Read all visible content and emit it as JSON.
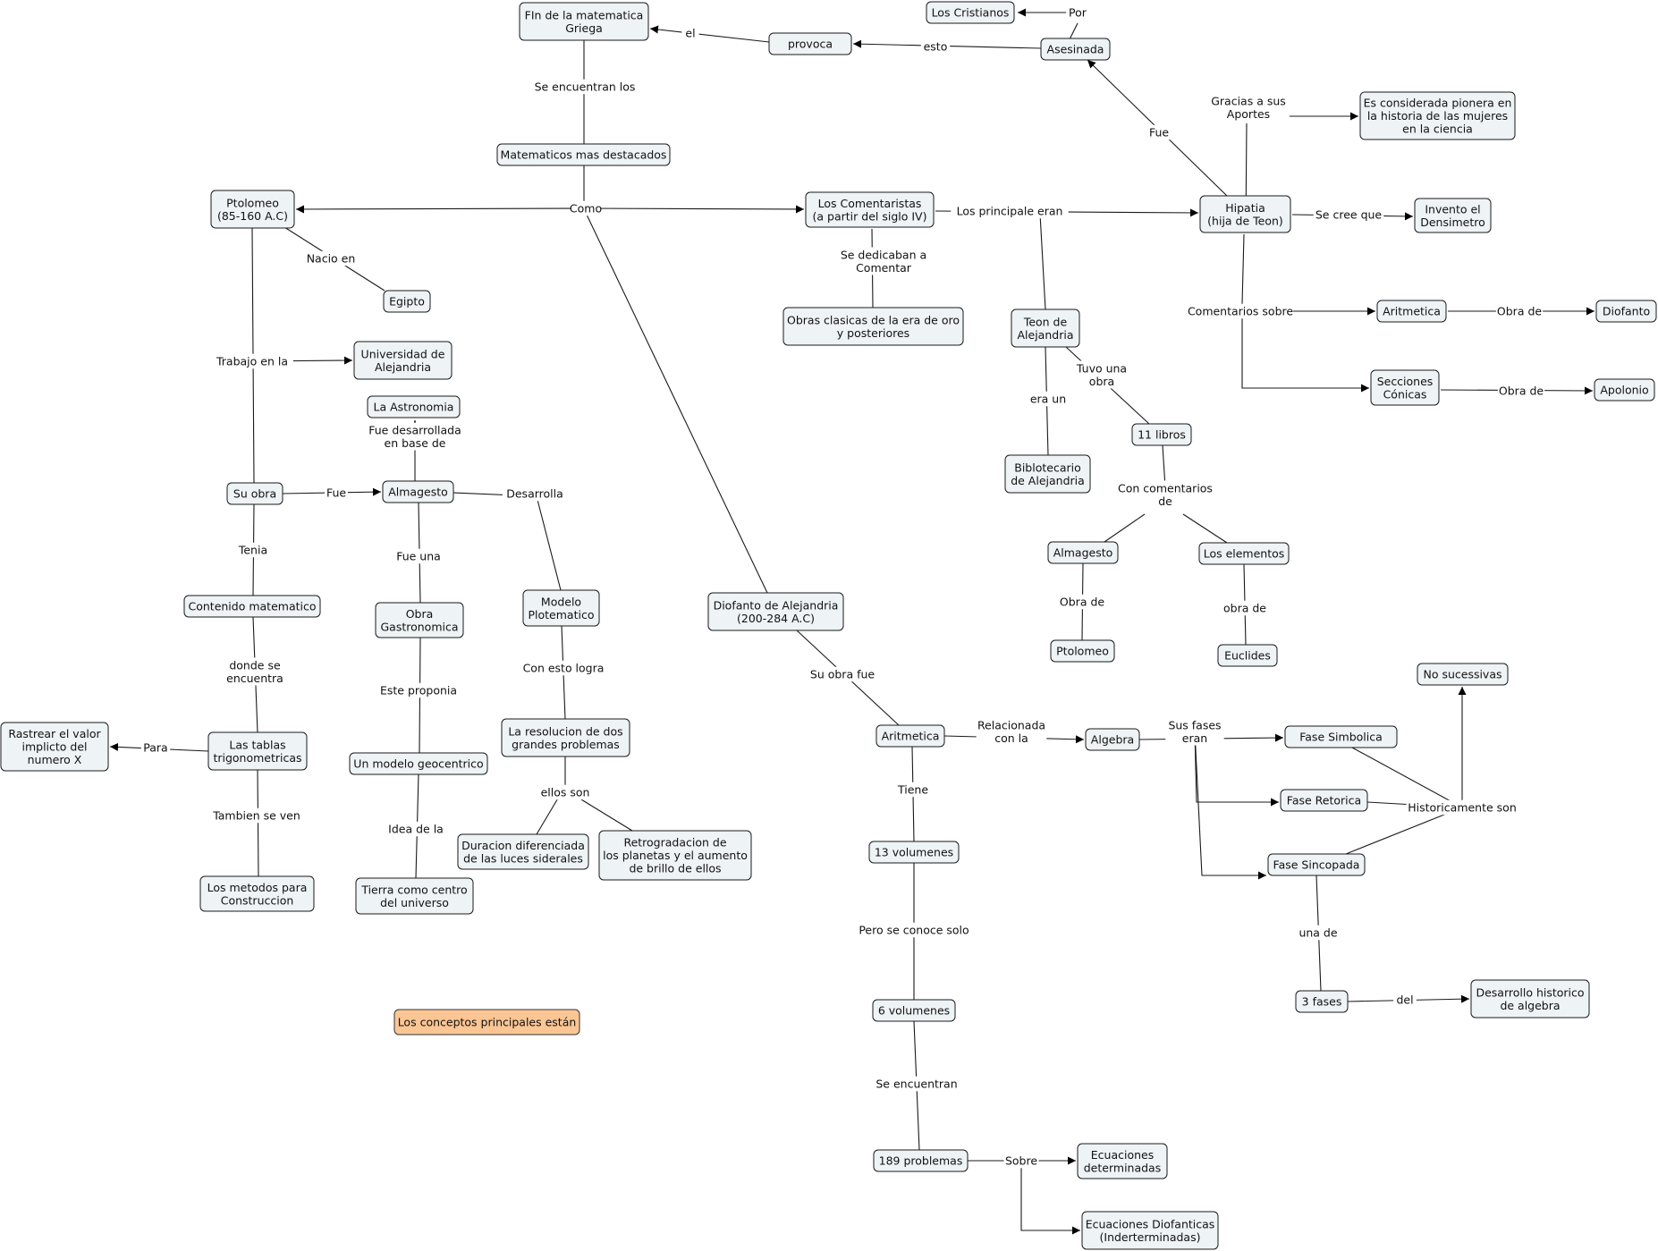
{
  "nodes": {
    "fin": "FIn de la matematica|Griega",
    "cristianos": "Los Cristianos",
    "provoca": "provoca",
    "asesinada": "Asesinada",
    "matematicos": "Matematicos mas destacados",
    "pionera": "Es considerada pionera en|la historia de las mujeres|en la ciencia",
    "ptolomeo": "Ptolomeo|(85-160 A.C)",
    "comentaristas": "Los Comentaristas|(a partir del siglo IV)",
    "hipatia": "Hipatia|(hija de Teon)",
    "densimetro": "Invento el|Densimetro",
    "egipto": "Egipto",
    "obras_clasicas": "Obras clasicas de la era de oro|y posteriores",
    "teon": "Teon de|Alejandria",
    "aritmetica_h": "Aritmetica",
    "diofanto": "Diofanto",
    "universidad": "Universidad de|Alejandria",
    "astronomia": "La Astronomia",
    "secciones": "Secciones|Cónicas",
    "apolonio": "Apolonio",
    "once_libros": "11 libros",
    "bibliotecario": "Biblotecario|de Alejandria",
    "su_obra": "Su obra",
    "almagesto": "Almagesto",
    "almagesto2": "Almagesto",
    "elementos": "Los elementos",
    "contenido": "Contenido matematico",
    "obra_gastro": "Obra|Gastronomica",
    "modelo": "Modelo|Plotematico",
    "diofanto_alej": "Diofanto de Alejandria|(200-284 A.C)",
    "ptolomeo2": "Ptolomeo",
    "euclides": "Euclides",
    "no_sucesivas": "No sucessivas",
    "resolucion": "La resolucion de dos|grandes problemas",
    "rastrear": "Rastrear el valor|implicto del|numero X",
    "tablas": "Las tablas|trigonometricas",
    "aritmetica_d": "Aritmetica",
    "algebra": "Algebra",
    "fase_simbolica": "Fase Simbolica",
    "geocentrico": "Un modelo geocentrico",
    "fase_retorica": "Fase Retorica",
    "duracion": "Duracion diferenciada|de las luces siderales",
    "retrogradacion": "Retrogradacion de|los planetas y el aumento|de brillo de ellos",
    "trece_vol": "13 volumenes",
    "fase_sincopada": "Fase Sincopada",
    "metodos": "Los metodos para|Construccion",
    "tierra": "Tierra como centro|del universo",
    "tres_fases": "3 fases",
    "desarrollo": "Desarrollo historico|de algebra",
    "seis_vol": "6 volumenes",
    "conceptos": "Los conceptos principales están",
    "problemas": "189 problemas",
    "ec_det": "Ecuaciones|determinadas",
    "ec_dio": "Ecuaciones Diofanticas|(Inderterminadas)"
  },
  "labels": {
    "por": "Por",
    "el": "el",
    "esto": "esto",
    "se_encuentran_los": "Se encuentran los",
    "gracias": "Gracias a sus|Aportes",
    "fue_h": "Fue",
    "como": "Como",
    "principales": "Los principale eran",
    "se_cree": "Se cree que",
    "nacio": "Nacio en",
    "se_dedicaban": "Se dedicaban a|Comentar",
    "comentarios": "Comentarios sobre",
    "obra_de1": "Obra de",
    "trabajo": "Trabajo en la",
    "tuvo": "Tuvo una|obra",
    "obra_de2": "Obra de",
    "era_un": "era un",
    "fue_desarrollada": "Fue desarrollada|en base de",
    "fue_p": "Fue",
    "desarrolla": "Desarrolla",
    "con_comentarios": "Con comentarios|de",
    "tenia": "Tenia",
    "fue_una": "Fue una",
    "obra_de3": "Obra de",
    "obra_de4": "obra de",
    "con_esto": "Con esto logra",
    "su_obra_fue": "Su obra fue",
    "donde": "donde se|encuentra",
    "este_proponia": "Este proponia",
    "para": "Para",
    "relacionada": "Relacionada|con la",
    "sus_fases": "Sus fases|eran",
    "ellos_son": "ellos son",
    "tiene": "Tiene",
    "historicamente": "Historicamente son",
    "tambien": "Tambien se ven",
    "idea": "Idea de la",
    "una_de": "una de",
    "pero": "Pero se conoce solo",
    "del": "del",
    "se_encuentran": "Se encuentran",
    "sobre": "Sobre"
  }
}
